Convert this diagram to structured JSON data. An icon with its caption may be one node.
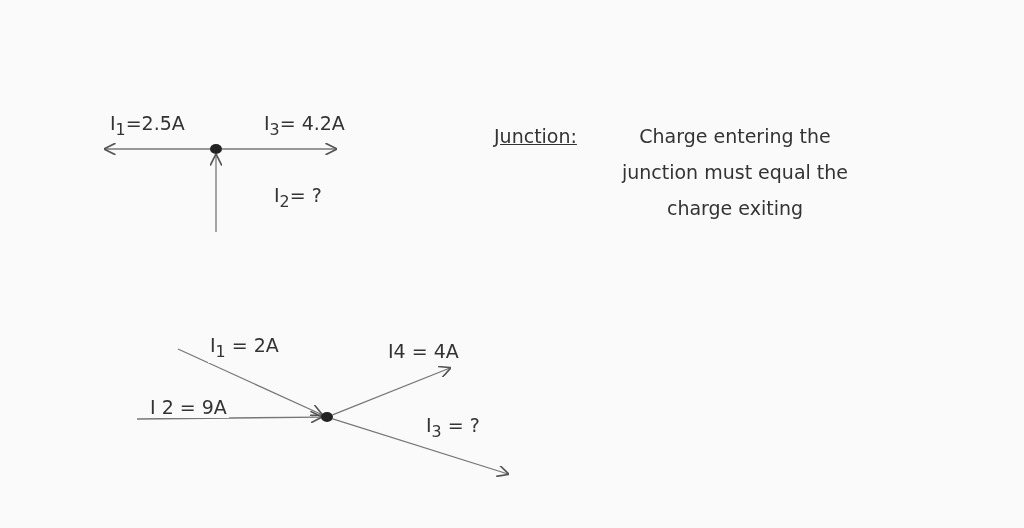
{
  "diagram": {
    "nodes": [
      {
        "text": [],
        "shape": "circle"
      },
      {
        "text": [],
        "shape": "circle"
      }
    ],
    "edges": [
      {
        "from": 0,
        "to": null,
        "arrow": "to",
        "label": "I$_{1}$=2.5A"
      },
      {
        "from": 0,
        "to": null,
        "arrow": "to",
        "label": "I$_{3}$= 4.2A"
      },
      {
        "from": null,
        "to": 0,
        "arrow": "to",
        "label": "I$_{2}$= ?"
      },
      {
        "from": null,
        "to": 1,
        "arrow": "to",
        "label": "I$_{1}$ = 2A"
      },
      {
        "from": null,
        "to": 1,
        "arrow": "to",
        "label": "I 2 = 9A"
      },
      {
        "from": 1,
        "to": null,
        "arrow": "to",
        "label": "I4 = 4A"
      },
      {
        "from": 1,
        "to": null,
        "arrow": "to",
        "label": "I$_{3}$ = ?"
      }
    ],
    "labels": [
      "Junction:",
      "Charge entering the junction must equal the charge exiting"
    ]
  }
}
